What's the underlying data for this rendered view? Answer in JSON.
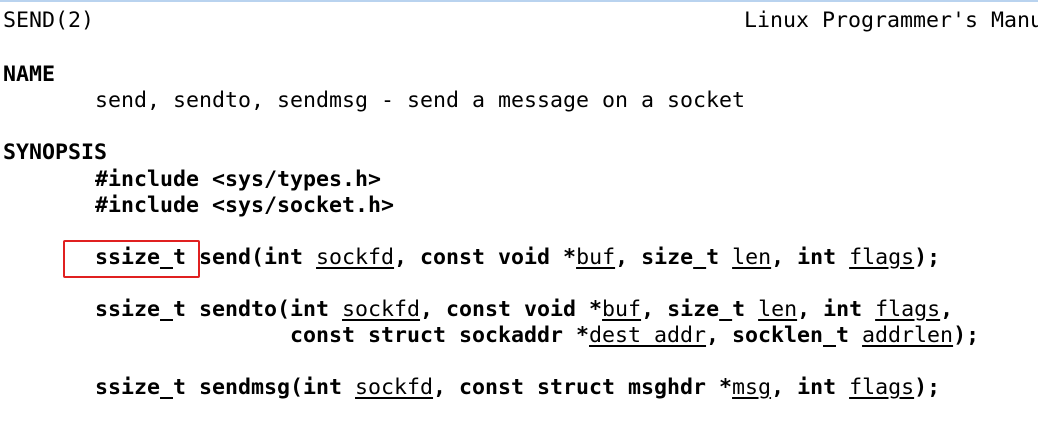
{
  "header": {
    "left": "SEND(2)",
    "right": "Linux Programmer's Manu"
  },
  "sections": {
    "name_heading": "NAME",
    "name_text": "send, sendto, sendmsg - send a message on a socket",
    "synopsis_heading": "SYNOPSIS"
  },
  "synopsis": {
    "include1": "#include <sys/types.h>",
    "include2": "#include <sys/socket.h>",
    "send": {
      "ret": "ssize_t",
      "fn": " send(int ",
      "p1": "sockfd",
      "t2": ", const void *",
      "p2": "buf",
      "t3": ", size_t ",
      "p3": "len",
      "t4": ", int ",
      "p4": "flags",
      "end": ");"
    },
    "sendto": {
      "lead": "ssize_t sendto(int ",
      "p1": "sockfd",
      "t2": ", const void *",
      "p2": "buf",
      "t3": ", size_t ",
      "p3": "len",
      "t4": ", int ",
      "p4": "flags",
      "t5": ",",
      "cont": "const struct sockaddr *",
      "p5": "dest_addr",
      "t6": ", socklen_t ",
      "p6": "addrlen",
      "end": ");"
    },
    "sendmsg": {
      "lead": "ssize_t sendmsg(int ",
      "p1": "sockfd",
      "t2": ", const struct msghdr *",
      "p2": "msg",
      "t3": ", int ",
      "p3": "flags",
      "end": ");"
    }
  },
  "annotation": {
    "color": "#e02020"
  }
}
